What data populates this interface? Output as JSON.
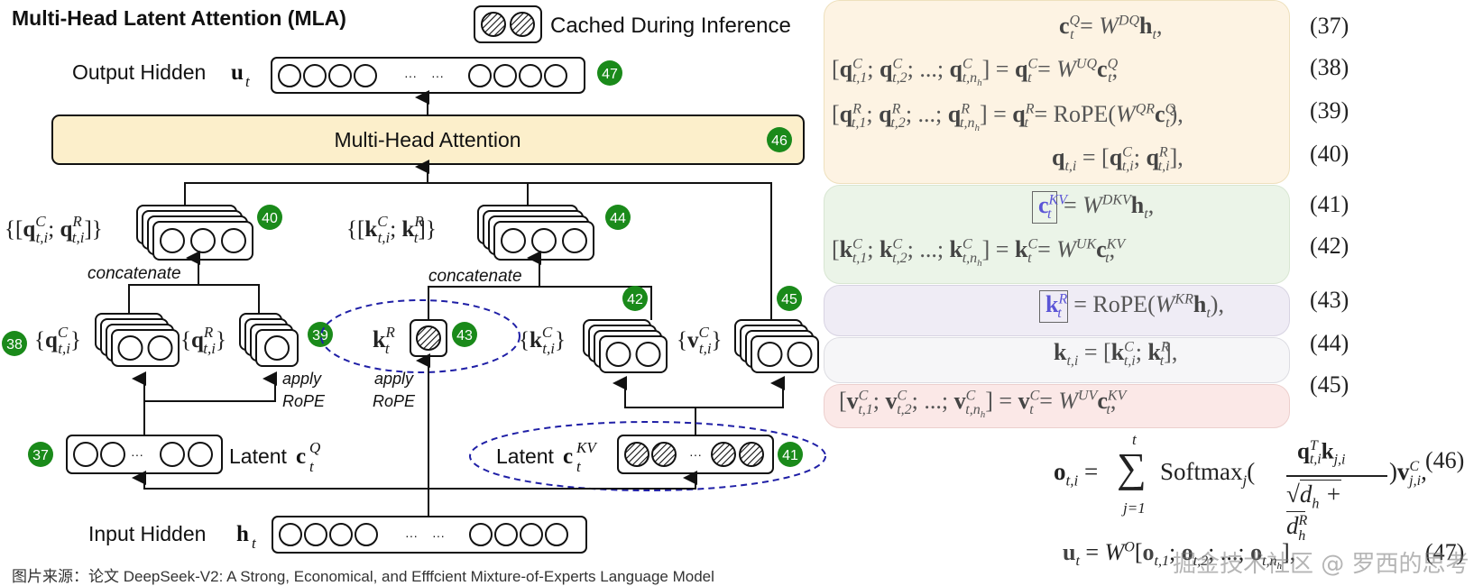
{
  "title": "Multi-Head Latent Attention (MLA)",
  "legend": {
    "label": "Cached During Inference"
  },
  "nodes": {
    "output_hidden": {
      "label": "Output Hidden",
      "symbol": "u",
      "sub": "t",
      "badge": "47"
    },
    "mha": {
      "label": "Multi-Head Attention",
      "badge": "46"
    },
    "q_concat": {
      "label": "{[q^C_{t,i}; q^R_{t,i}]}",
      "badge": "40"
    },
    "k_concat": {
      "label": "{[k^C_{t,i}; k^R_t]}",
      "badge": "44"
    },
    "q_c": {
      "label": "{q^C_{t,i}}",
      "badge": "38"
    },
    "q_r": {
      "label": "{q^R_{t,i}}",
      "badge": "39"
    },
    "k_r": {
      "label": "k^R_t",
      "badge": "43"
    },
    "k_c": {
      "label": "{k^C_{t,i}}",
      "badge": "42"
    },
    "v_c": {
      "label": "{v^C_{t,i}}",
      "badge": "45"
    },
    "latent_q": {
      "label": "Latent",
      "symbol": "c",
      "sup": "Q",
      "sub": "t",
      "badge": "37"
    },
    "latent_kv": {
      "label": "Latent",
      "symbol": "c",
      "sup": "KV",
      "sub": "t",
      "badge": "41"
    },
    "input_hidden": {
      "label": "Input Hidden",
      "symbol": "h",
      "sub": "t"
    }
  },
  "annotations": {
    "concatenate": "concatenate",
    "apply": "apply",
    "rope": "RoPE",
    "ellipsis": "···"
  },
  "equations": [
    {
      "num": "(37)",
      "text": "c_t^Q = W^{DQ} h_t,"
    },
    {
      "num": "(38)",
      "text": "[q^C_{t,1}; q^C_{t,2}; ...; q^C_{t,n_h}] = q^C_t = W^{UQ} c^Q_t,"
    },
    {
      "num": "(39)",
      "text": "[q^R_{t,1}; q^R_{t,2}; ...; q^R_{t,n_h}] = q^R_t = RoPE(W^{QR} c^Q_t),"
    },
    {
      "num": "(40)",
      "text": "q_{t,i} = [q^C_{t,i}; q^R_{t,i}],"
    },
    {
      "num": "(41)",
      "text": "c^{KV}_t = W^{DKV} h_t,"
    },
    {
      "num": "(42)",
      "text": "[k^C_{t,1}; k^C_{t,2}; ...; k^C_{t,n_h}] = k^C_t = W^{UK} c^{KV}_t,"
    },
    {
      "num": "(43)",
      "text": "k^R_t = RoPE(W^{KR} h_t),"
    },
    {
      "num": "(44)",
      "text": "k_{t,i} = [k^C_{t,i}; k^R_t],"
    },
    {
      "num": "(45)",
      "text": "[v^C_{t,1}; v^C_{t,2}; ...; v^C_{t,n_h}] = v^C_t = W^{UV} c^{KV}_t,"
    },
    {
      "num": "(46)",
      "text": "o_{t,i} = Σ_{j=1}^{t} Softmax_j(q^T_{t,i} k_{j,i} / sqrt(d_h + d^R_h)) v^C_{j,i},"
    },
    {
      "num": "(47)",
      "text": "u_t = W^O [o_{t,1}; o_{t,2}; ...; o_{t,n_h}],"
    }
  ],
  "eq_pieces": {
    "softmax": "Softmax",
    "rope": "RoPE",
    "sum": "∑",
    "sum_top": "t",
    "sum_bottom": "j=1"
  },
  "panel_colors": {
    "query": "#fdf3e3",
    "latent_kv": "#ebf4e8",
    "rope_key": "#efecf5",
    "key": "#f6f6f8",
    "value": "#fbe8e7",
    "badge": "#1a8a1a",
    "mha": "#fcefcb",
    "dashed": "#1f1fa6",
    "boxed_symbol": "#5b55d6"
  },
  "caption": "图片来源：论文 DeepSeek-V2: A Strong, Economical, and Efffcient Mixture-of-Experts Language Model",
  "watermark": "掘金技术社区 @ 罗西的思考"
}
